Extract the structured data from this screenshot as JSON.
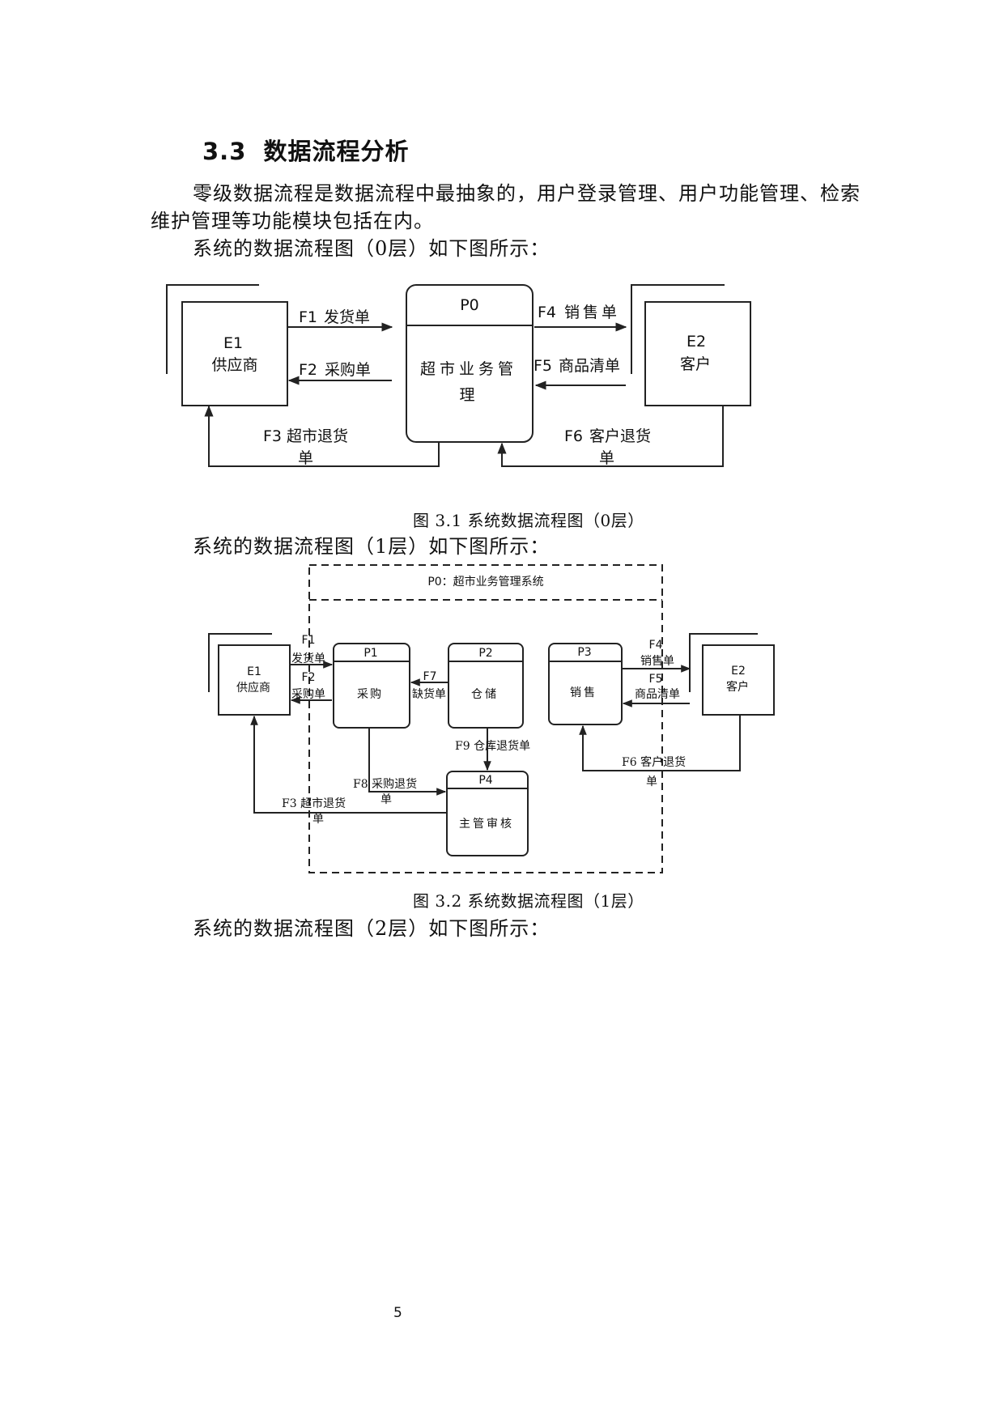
{
  "section": {
    "number": "3.3",
    "title": "数据流程分析"
  },
  "paragraphs": {
    "intro_line1": "零级数据流程是数据流程中最抽象的，用户登录管理、用户功能管理、检索",
    "intro_line2": "维护管理等功能模块包括在内。",
    "lead_0": "系统的数据流程图（0层）如下图所示：",
    "lead_1": "系统的数据流程图（1层）如下图所示：",
    "lead_2": "系统的数据流程图（2层）如下图所示："
  },
  "figure1": {
    "caption": "图 3.1 系统数据流程图（0层）",
    "e1_id": "E1",
    "e1_name": "供应商",
    "e2_id": "E2",
    "e2_name": "客户",
    "p0_id": "P0",
    "p0_name_line1": "超市业务管",
    "p0_name_line2": "理",
    "f1_code": "F1",
    "f1_name": "发货单",
    "f2_code": "F2",
    "f2_name": "采购单",
    "f3_code": "F3",
    "f3_name_line1": "超市退货",
    "f3_name_line2": "单",
    "f4_code": "F4",
    "f4_name": "销售单",
    "f5_code": "F5",
    "f5_name": "商品清单",
    "f6_code": "F6",
    "f6_name_line1": "客户退货",
    "f6_name_line2": "单"
  },
  "figure2": {
    "caption": "图 3.2 系统数据流程图（1层）",
    "system_title": "P0：超市业务管理系统",
    "e1_id": "E1",
    "e1_name": "供应商",
    "e2_id": "E2",
    "e2_name": "客户",
    "p1_id": "P1",
    "p1_name": "采购",
    "p2_id": "P2",
    "p2_name": "仓储",
    "p3_id": "P3",
    "p3_name": "销售",
    "p4_id": "P4",
    "p4_name": "主管审核",
    "f1_code": "F1",
    "f1_name": "发货单",
    "f2_code": "F2",
    "f2_name": "采购单",
    "f3_label": "F3 超市退货",
    "f3_line2": "单",
    "f4_code": "F4",
    "f4_name": "销售单",
    "f5_code": "F5",
    "f5_name": "商品清单",
    "f6_label": "F6 客户退货",
    "f6_line2": "单",
    "f7_code": "F7",
    "f7_name": "缺货单",
    "f8_label": "F8 采购退货",
    "f8_line2": "单",
    "f9_label": "F9 仓库退货单"
  },
  "page_number": "5"
}
